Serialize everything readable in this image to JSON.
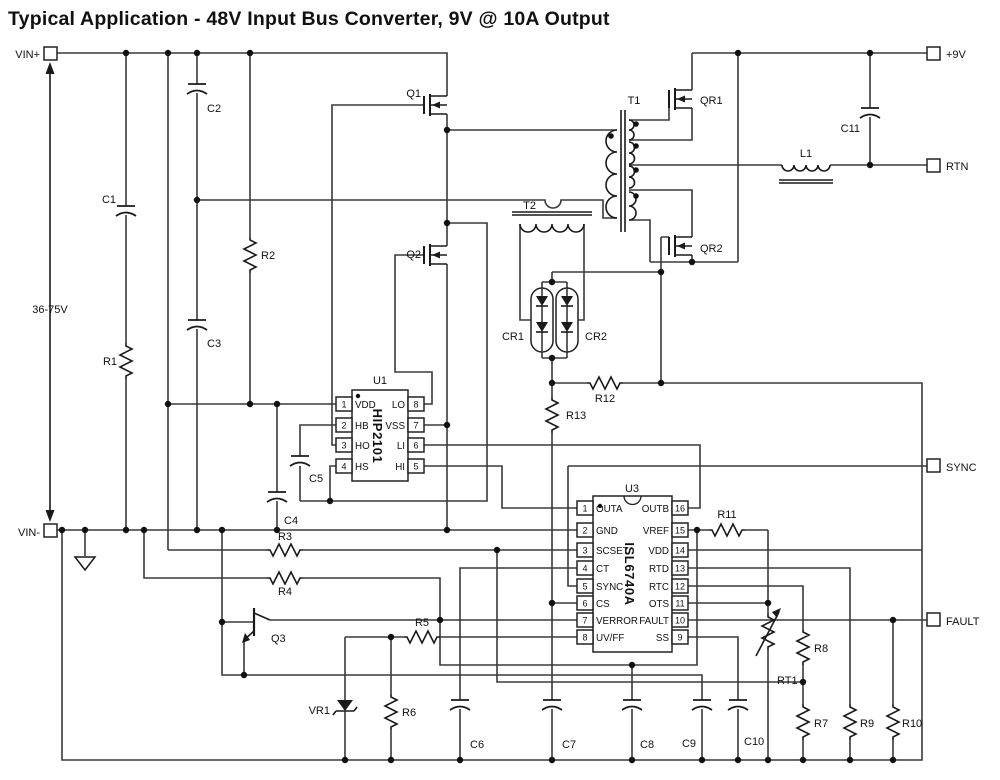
{
  "title": "Typical Application - 48V Input Bus Converter, 9V @ 10A Output",
  "colors": {
    "wire": "#3a3a3a",
    "component": "#1a1a1a",
    "background": "#ffffff"
  },
  "annotations": {
    "input_range": "36-75V"
  },
  "terminals": {
    "vin_plus": "VIN+",
    "vin_minus": "VIN-",
    "out_pos": "+9V",
    "out_rtn": "RTN",
    "sync": "SYNC",
    "fault": "FAULT"
  },
  "ics": {
    "u1": {
      "ref": "U1",
      "part": "HIP2101",
      "left_pins": [
        {
          "num": "1",
          "name": "VDD"
        },
        {
          "num": "2",
          "name": "HB"
        },
        {
          "num": "3",
          "name": "HO"
        },
        {
          "num": "4",
          "name": "HS"
        }
      ],
      "right_pins": [
        {
          "num": "8",
          "name": "LO"
        },
        {
          "num": "7",
          "name": "VSS"
        },
        {
          "num": "6",
          "name": "LI"
        },
        {
          "num": "5",
          "name": "HI"
        }
      ]
    },
    "u3": {
      "ref": "U3",
      "part": "ISL6740A",
      "left_pins": [
        {
          "num": "1",
          "name": "OUTA"
        },
        {
          "num": "2",
          "name": "GND"
        },
        {
          "num": "3",
          "name": "SCSET"
        },
        {
          "num": "4",
          "name": "CT"
        },
        {
          "num": "5",
          "name": "SYNC"
        },
        {
          "num": "6",
          "name": "CS"
        },
        {
          "num": "7",
          "name": "VERROR"
        },
        {
          "num": "8",
          "name": "UV/FF"
        }
      ],
      "right_pins": [
        {
          "num": "16",
          "name": "OUTB"
        },
        {
          "num": "15",
          "name": "VREF"
        },
        {
          "num": "14",
          "name": "VDD"
        },
        {
          "num": "13",
          "name": "RTD"
        },
        {
          "num": "12",
          "name": "RTC"
        },
        {
          "num": "11",
          "name": "OTS"
        },
        {
          "num": "10",
          "name": "FAULT"
        },
        {
          "num": "9",
          "name": "SS"
        }
      ]
    }
  },
  "components": {
    "c1": "C1",
    "c2": "C2",
    "c3": "C3",
    "c4": "C4",
    "c5": "C5",
    "c6": "C6",
    "c7": "C7",
    "c8": "C8",
    "c9": "C9",
    "c10": "C10",
    "c11": "C11",
    "r1": "R1",
    "r2": "R2",
    "r3": "R3",
    "r4": "R4",
    "r5": "R5",
    "r6": "R6",
    "r7": "R7",
    "r8": "R8",
    "r9": "R9",
    "r10": "R10",
    "r11": "R11",
    "r12": "R12",
    "r13": "R13",
    "q1": "Q1",
    "q2": "Q2",
    "q3": "Q3",
    "qr1": "QR1",
    "qr2": "QR2",
    "t1": "T1",
    "t2": "T2",
    "cr1": "CR1",
    "cr2": "CR2",
    "vr1": "VR1",
    "rt1": "RT1",
    "l1": "L1"
  }
}
